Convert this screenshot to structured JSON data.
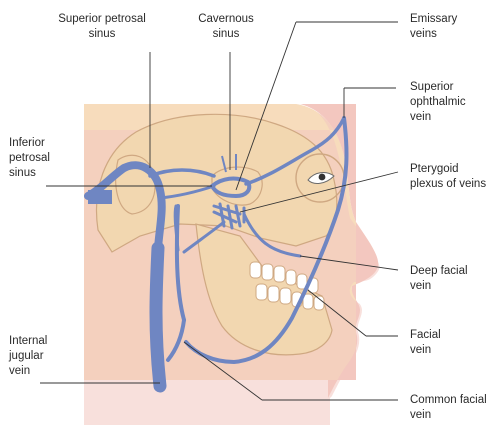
{
  "colors": {
    "skull_bg": "#f7dcbc",
    "skin": "#f3c7bf",
    "bone": "#f2d7b0",
    "vein": "#6f86c2",
    "leader": "#333333",
    "text": "#2a2a2a"
  },
  "labels": {
    "superior_petrosal": [
      "Superior petrosal",
      "sinus"
    ],
    "cavernous": [
      "Cavernous",
      "sinus"
    ],
    "emissary": [
      "Emissary",
      "veins"
    ],
    "superior_ophthalmic": [
      "Superior",
      "ophthalmic",
      "vein"
    ],
    "inferior_petrosal": [
      "Inferior",
      "petrosal",
      "sinus"
    ],
    "pterygoid": [
      "Pterygoid",
      "plexus of veins"
    ],
    "deep_facial": [
      "Deep facial",
      "vein"
    ],
    "facial": [
      "Facial",
      "vein"
    ],
    "internal_jugular": [
      "Internal",
      "jugular",
      "vein"
    ],
    "common_facial": [
      "Common facial",
      "vein"
    ]
  }
}
